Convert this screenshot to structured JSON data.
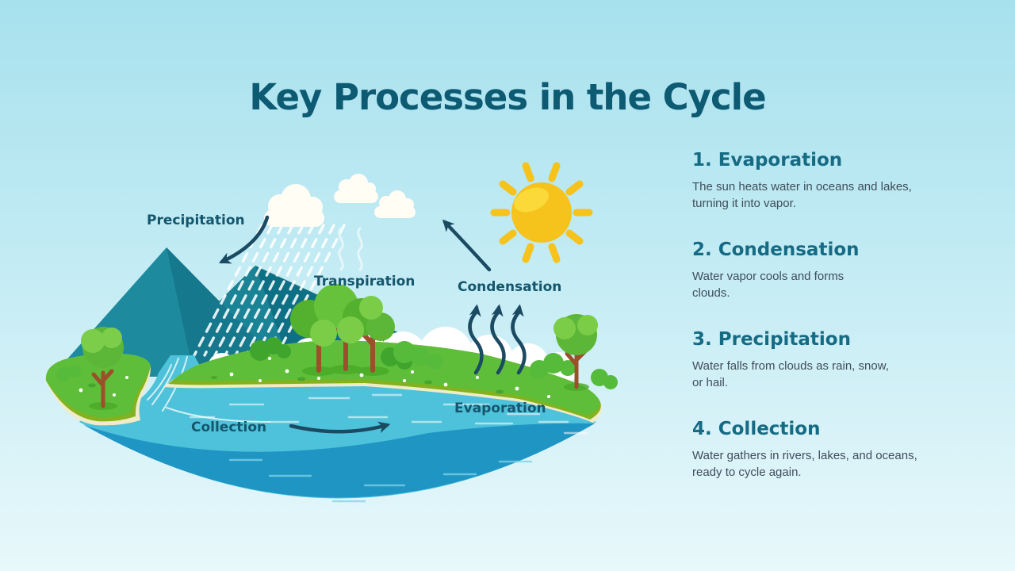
{
  "slide": {
    "title": "Key Processes in the Cycle",
    "diagram_labels": {
      "precipitation": "Precipitation",
      "transpiration": "Transpiration",
      "condensation": "Condensation",
      "evaporation": "Evaporation",
      "collection": "Collection"
    },
    "processes": [
      {
        "heading": "1. Evaporation",
        "description": "The sun heats water in oceans and lakes,\nturning it into vapor."
      },
      {
        "heading": "2. Condensation",
        "description": "Water vapor cools and forms\nclouds."
      },
      {
        "heading": "3. Precipitation",
        "description": "Water falls from clouds as rain, snow,\nor hail."
      },
      {
        "heading": "4. Collection",
        "description": "Water gathers in rivers, lakes, and oceans,\nready to cycle again."
      }
    ],
    "palette": {
      "background_top": "#a7e1ed",
      "background_bottom": "#e8f8fb",
      "title_text": "#0d5a73",
      "heading_text": "#156b84",
      "body_text": "#3f4d5c",
      "label_text": "#14566d",
      "arrow": "#1b4a63",
      "mountain": "#1e8a9e",
      "mountain_dark": "#0e7084",
      "grass": "#5ebe3a",
      "grass_rim": "#82b21d",
      "shore_sand": "#f1ebc8",
      "water_light": "#4ec2da",
      "water_dark": "#1f95c4",
      "sun": "#f6c21c",
      "cloud": "#fffdf4",
      "tree_trunk": "#9c4f2b",
      "foliage": "#5cb637"
    }
  }
}
